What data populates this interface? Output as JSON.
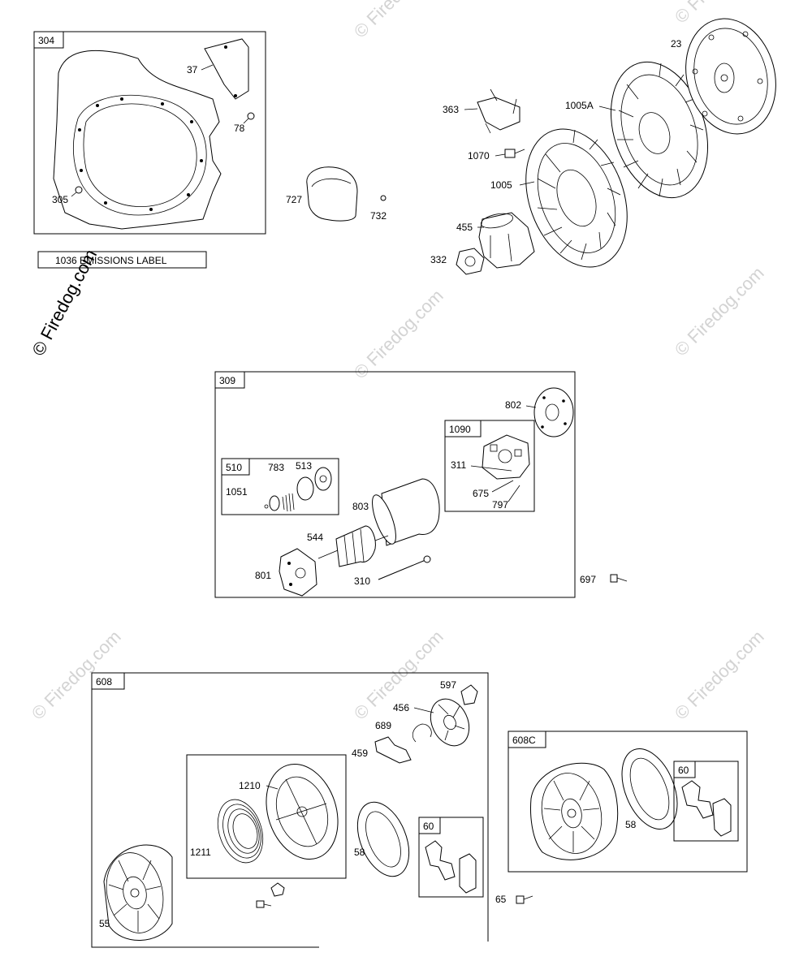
{
  "watermark": {
    "text": "© Firedog.com"
  },
  "emissions_label": "1036 EMISSIONS LABEL",
  "boxes": {
    "b304": "304",
    "b309": "309",
    "b510": "510",
    "b1090": "1090",
    "b608": "608",
    "b60a": "60",
    "b608c": "608C",
    "b60b": "60"
  },
  "callouts": {
    "c37": "37",
    "c78": "78",
    "c305": "305",
    "c727": "727",
    "c732": "732",
    "c363": "363",
    "c1070": "1070",
    "c1005": "1005",
    "c1005a": "1005A",
    "c23": "23",
    "c455": "455",
    "c332": "332",
    "c802": "802",
    "c311": "311",
    "c675": "675",
    "c797": "797",
    "c783": "783",
    "c513": "513",
    "c1051": "1051",
    "c803": "803",
    "c544": "544",
    "c801": "801",
    "c310": "310",
    "c697": "697",
    "c597": "597",
    "c456": "456",
    "c689": "689",
    "c459": "459",
    "c1210": "1210",
    "c1211": "1211",
    "c58a": "58",
    "c55": "55",
    "c58b": "58",
    "c65": "65"
  }
}
